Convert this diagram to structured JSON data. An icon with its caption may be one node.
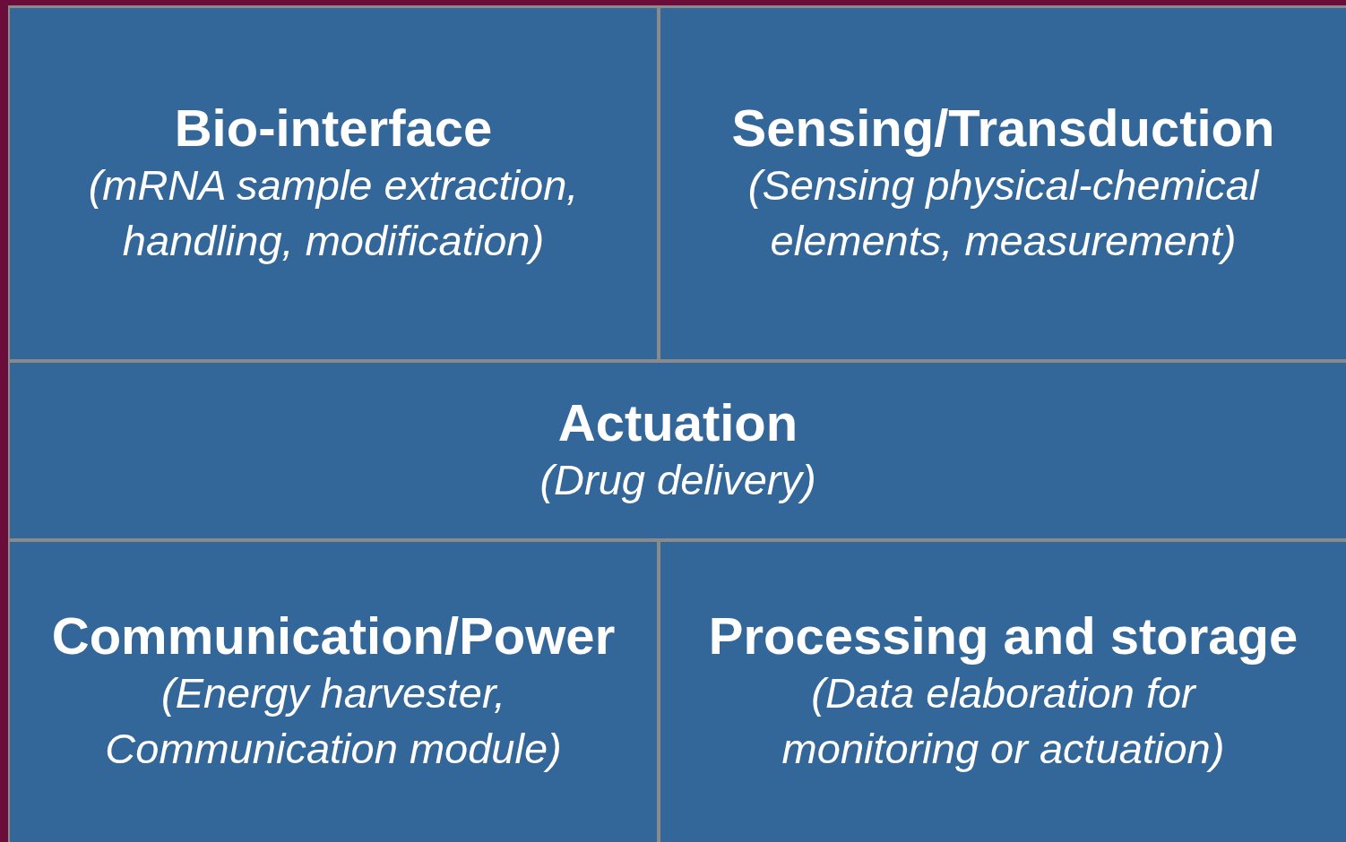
{
  "diagram": {
    "nodes": [
      {
        "text": [
          "Bio-interface",
          "(mRNA sample extraction, handling, modification)"
        ]
      },
      {
        "text": [
          "Sensing/Transduction",
          "(Sensing physical-chemical elements, measurement)"
        ]
      },
      {
        "text": [
          "Actuation",
          "(Drug delivery)"
        ]
      },
      {
        "text": [
          "Communication/Power",
          "(Energy harvester, Communication module)"
        ]
      },
      {
        "text": [
          "Processing and storage",
          "(Data elaboration for monitoring or actuation)"
        ]
      }
    ]
  }
}
